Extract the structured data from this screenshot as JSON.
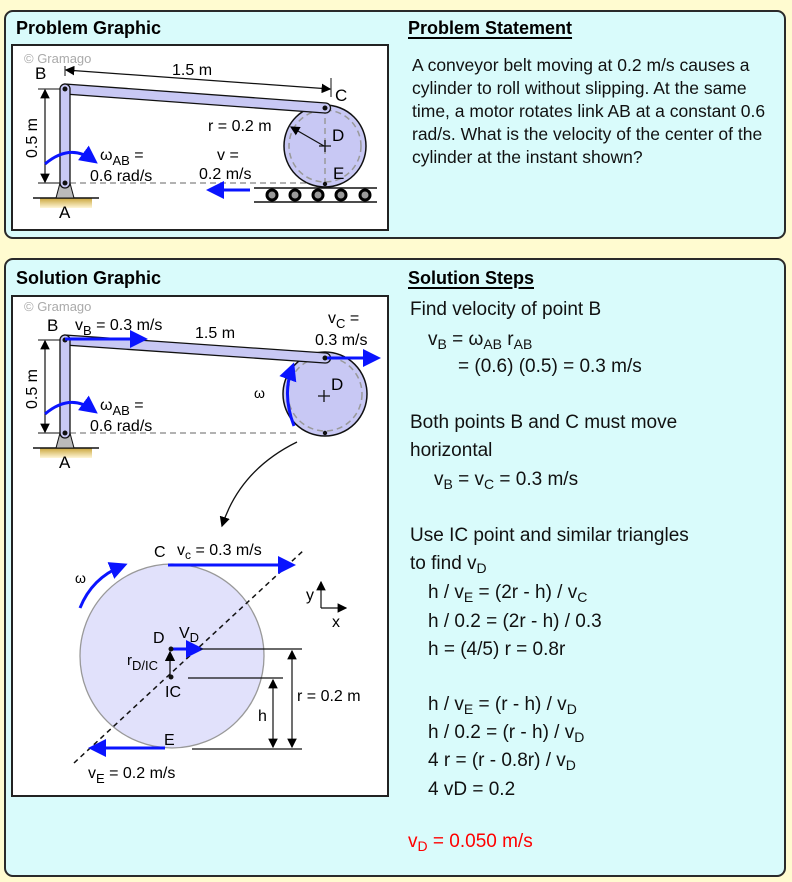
{
  "problem": {
    "graphic_title": "Problem Graphic",
    "statement_title": "Problem Statement",
    "statement": "A conveyor belt moving at 0.2 m/s causes a cylinder to roll without slipping. At the same time, a motor rotates link AB at a constant 0.6 rad/s. What is the velocity of the center of the cylinder at the instant shown?",
    "diagram": {
      "watermark": "© Gramago",
      "B": "B",
      "C": "C",
      "D": "D",
      "E": "E",
      "A": "A",
      "length": "1.5 m",
      "height": "0.5 m",
      "radius": "r = 0.2 m",
      "omega": "ω",
      "omega_sub": "AB",
      "omega_eq": " =",
      "omega_value": "0.6 rad/s",
      "v_label": "v =",
      "v_value": "0.2 m/s"
    }
  },
  "solution": {
    "graphic_title": "Solution Graphic",
    "steps_title": "Solution Steps",
    "diagram": {
      "watermark": "© Gramago",
      "B": "B",
      "A": "A",
      "D": "D",
      "C": "C",
      "E": "E",
      "IC": "IC",
      "vB": "v",
      "vB_sub": "B",
      "vB_value": " = 0.3 m/s",
      "vC": "v",
      "vC_sub": "C",
      "vC_eq": " =",
      "vC_value": "0.3 m/s",
      "length": "1.5 m",
      "height": "0.5 m",
      "omega": "ω",
      "omega_ab": "ω",
      "omega_ab_sub": "AB",
      "omega_ab_eq": " =",
      "omega_ab_value": "0.6 rad/s",
      "vc_small": "v",
      "vc_small_sub": "c",
      "vc_small_value": " = 0.3 m/s",
      "vD": "V",
      "vD_sub": "D",
      "r_rel": "r",
      "r_rel_sub": "D/IC",
      "radius": "r = 0.2 m",
      "h": "h",
      "vE": "v",
      "vE_sub": "E",
      "vE_value": " = 0.2 m/s",
      "axis_y": "y",
      "axis_x": "x"
    },
    "steps": [
      [
        [
          "Find velocity of point B"
        ]
      ],
      [
        [
          "v"
        ],
        [
          "B",
          "sub"
        ],
        [
          " = ω"
        ],
        [
          "AB",
          "sub"
        ],
        [
          " r"
        ],
        [
          "AB",
          "sub"
        ]
      ],
      [
        [
          "= (0.6) (0.5) = 0.3 m/s"
        ]
      ],
      [
        [
          "Both points B and C must move"
        ]
      ],
      [
        [
          "horizontal"
        ]
      ],
      [
        [
          "v"
        ],
        [
          "B",
          "sub"
        ],
        [
          " = v"
        ],
        [
          "C",
          "sub"
        ],
        [
          " = 0.3 m/s"
        ]
      ],
      [
        [
          "Use IC point and similar triangles"
        ]
      ],
      [
        [
          "to find v"
        ],
        [
          "D",
          "sub"
        ]
      ],
      [
        [
          "h / v"
        ],
        [
          "E",
          "sub"
        ],
        [
          " = (2r - h) / v"
        ],
        [
          "C",
          "sub"
        ]
      ],
      [
        [
          "h / 0.2 = (2r - h) / 0.3"
        ]
      ],
      [
        [
          "h = (4/5) r = 0.8r"
        ]
      ],
      [
        [
          "h / v"
        ],
        [
          "E",
          "sub"
        ],
        [
          " = (r - h) / v"
        ],
        [
          "D",
          "sub"
        ]
      ],
      [
        [
          "h / 0.2 = (r - h) / v"
        ],
        [
          "D",
          "sub"
        ]
      ],
      [
        [
          "4 r = (r - 0.8r) / v"
        ],
        [
          "D",
          "sub"
        ]
      ],
      [
        [
          "4 vD = 0.2"
        ]
      ],
      [
        [
          "v"
        ],
        [
          "D",
          "sub"
        ],
        [
          " = 0.050 m/s"
        ]
      ]
    ]
  },
  "colors": {
    "background": "#fffbd0",
    "panel": "#d9fbfb",
    "link": "#c8c8f4",
    "arrow": "#0a14ff",
    "answer": "#ff0000"
  }
}
